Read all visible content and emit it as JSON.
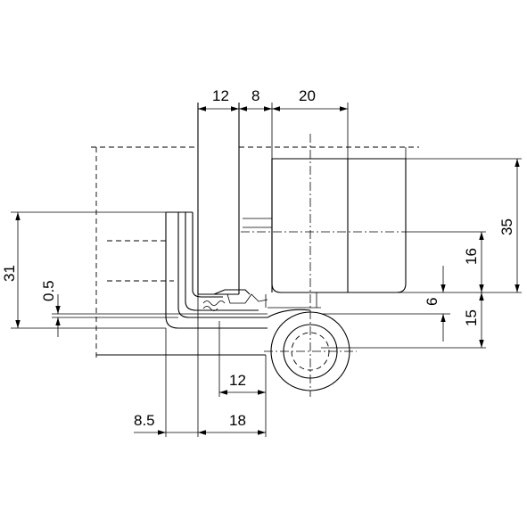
{
  "diagram": {
    "dimensions": {
      "top_a": "12",
      "top_b": "8",
      "top_c": "20",
      "right_total": "35",
      "right_upper": "16",
      "right_gap": "6",
      "right_lower": "15",
      "left_total": "31",
      "left_small": "0.5",
      "bottom_inner": "12",
      "bottom_a": "8.5",
      "bottom_b": "18"
    },
    "colors": {
      "line": "#000000",
      "background": "#ffffff"
    }
  }
}
